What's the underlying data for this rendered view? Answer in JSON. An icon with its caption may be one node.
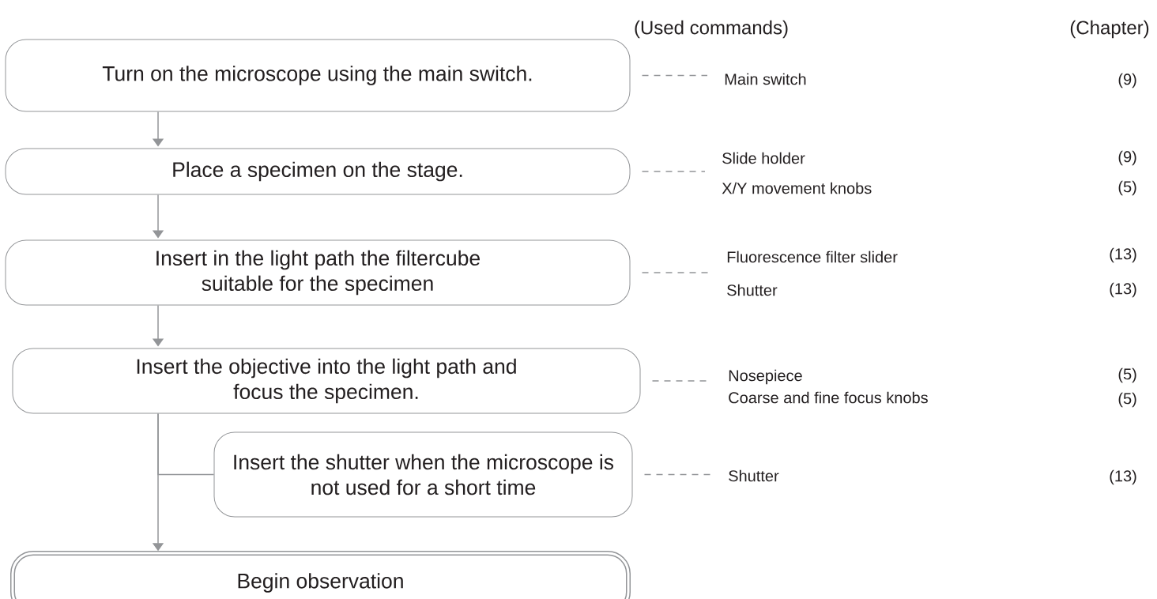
{
  "diagram": {
    "nodes": [
      {
        "text": [
          "Turn on the microscope using the main switch."
        ]
      },
      {
        "text": [
          "Place a specimen on the stage."
        ]
      },
      {
        "text": [
          "Insert in the light path the filtercube suitable for the specimen"
        ]
      },
      {
        "text": [
          "Insert the objective into the light path and focus the specimen."
        ]
      },
      {
        "text": [
          "Insert the shutter when the microscope is not used for a short time"
        ]
      },
      {
        "text": [
          "Begin observation"
        ]
      },
      {
        "text": [
          "Main switch"
        ]
      },
      {
        "text": [
          "Slide holder",
          "X/Y movement knobs"
        ]
      },
      {
        "text": [
          "Fluorescence filter slider",
          "Shutter"
        ]
      },
      {
        "text": [
          "Nosepiece",
          "Coarse and fine focus knobs"
        ]
      },
      {
        "text": [
          "Shutter"
        ]
      }
    ],
    "edges": [
      {
        "from": 0,
        "to": 1,
        "arrow": "to"
      },
      {
        "from": 1,
        "to": 2,
        "arrow": "to"
      },
      {
        "from": 2,
        "to": 3,
        "arrow": "to"
      },
      {
        "from": 3,
        "to": 5,
        "arrow": "to"
      },
      {
        "from": 3,
        "to": 4,
        "arrow": "none"
      },
      {
        "from": 0,
        "to": 6,
        "arrow": "none",
        "style": "dashed"
      },
      {
        "from": 1,
        "to": 7,
        "arrow": "none",
        "style": "dashed"
      },
      {
        "from": 2,
        "to": 8,
        "arrow": "none",
        "style": "dashed"
      },
      {
        "from": 3,
        "to": 9,
        "arrow": "none",
        "style": "dashed"
      },
      {
        "from": 4,
        "to": 10,
        "arrow": "none",
        "style": "dashed"
      }
    ],
    "labels": [
      "(Used commands)",
      "(Chapter)",
      "(9)",
      "(9)",
      "(5)",
      "(13)",
      "(13)",
      "(5)",
      "(5)",
      "(13)"
    ]
  }
}
